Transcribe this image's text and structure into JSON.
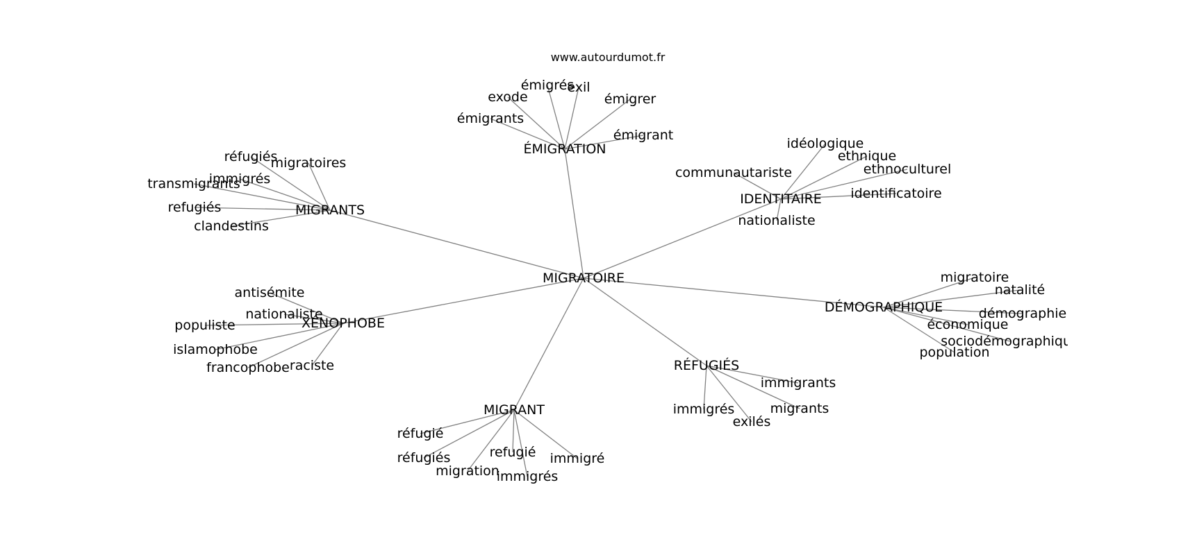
{
  "header": {
    "site": "www.autourdumot.fr"
  },
  "graph": {
    "center": "MIGRATOIRE",
    "clusters": [
      {
        "id": "emigration",
        "hub": "ÉMIGRATION",
        "words": [
          "émigrants",
          "exode",
          "émigrés",
          "exil",
          "émigrer",
          "émigrant"
        ]
      },
      {
        "id": "identitaire",
        "hub": "IDENTITAIRE",
        "words": [
          "communautariste",
          "idéologique",
          "ethnique",
          "ethnoculturel",
          "identificatoire",
          "nationaliste"
        ]
      },
      {
        "id": "demographique",
        "hub": "DÉMOGRAPHIQUE",
        "words": [
          "migratoire",
          "natalité",
          "démographie",
          "économique",
          "sociodémographique",
          "population"
        ]
      },
      {
        "id": "refugies",
        "hub": "RÉFUGIÉS",
        "words": [
          "immigrants",
          "migrants",
          "exilés",
          "immigrés"
        ]
      },
      {
        "id": "migrant",
        "hub": "MIGRANT",
        "words": [
          "réfugié",
          "réfugiés",
          "migration",
          "refugié",
          "immigrés",
          "immigré"
        ]
      },
      {
        "id": "xenophobe",
        "hub": "XÉNOPHOBE",
        "words": [
          "antisémite",
          "nationaliste",
          "populiste",
          "islamophobe",
          "francophobe",
          "raciste"
        ]
      },
      {
        "id": "migrants",
        "hub": "MIGRANTS",
        "words": [
          "réfugiés",
          "migratoires",
          "immigrés",
          "transmigrants",
          "refugiés",
          "clandestins"
        ]
      }
    ]
  }
}
